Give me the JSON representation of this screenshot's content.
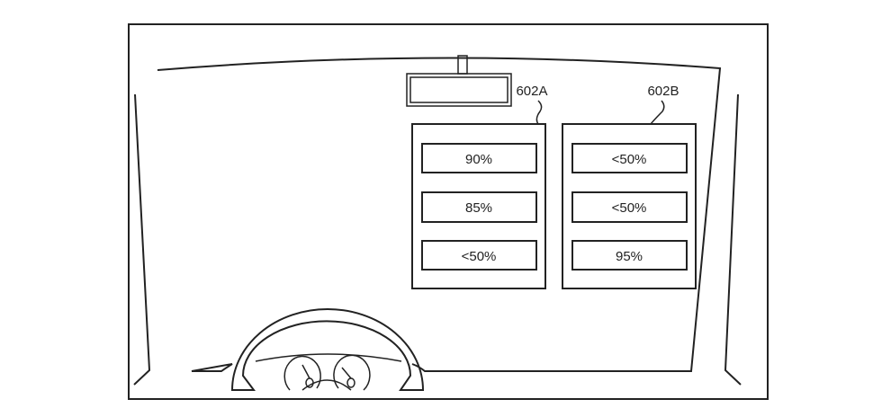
{
  "figure": {
    "panels": [
      {
        "label": "602A",
        "readouts": [
          "90%",
          "85%",
          "<50%"
        ]
      },
      {
        "label": "602B",
        "readouts": [
          "<50%",
          "<50%",
          "95%"
        ]
      }
    ]
  }
}
